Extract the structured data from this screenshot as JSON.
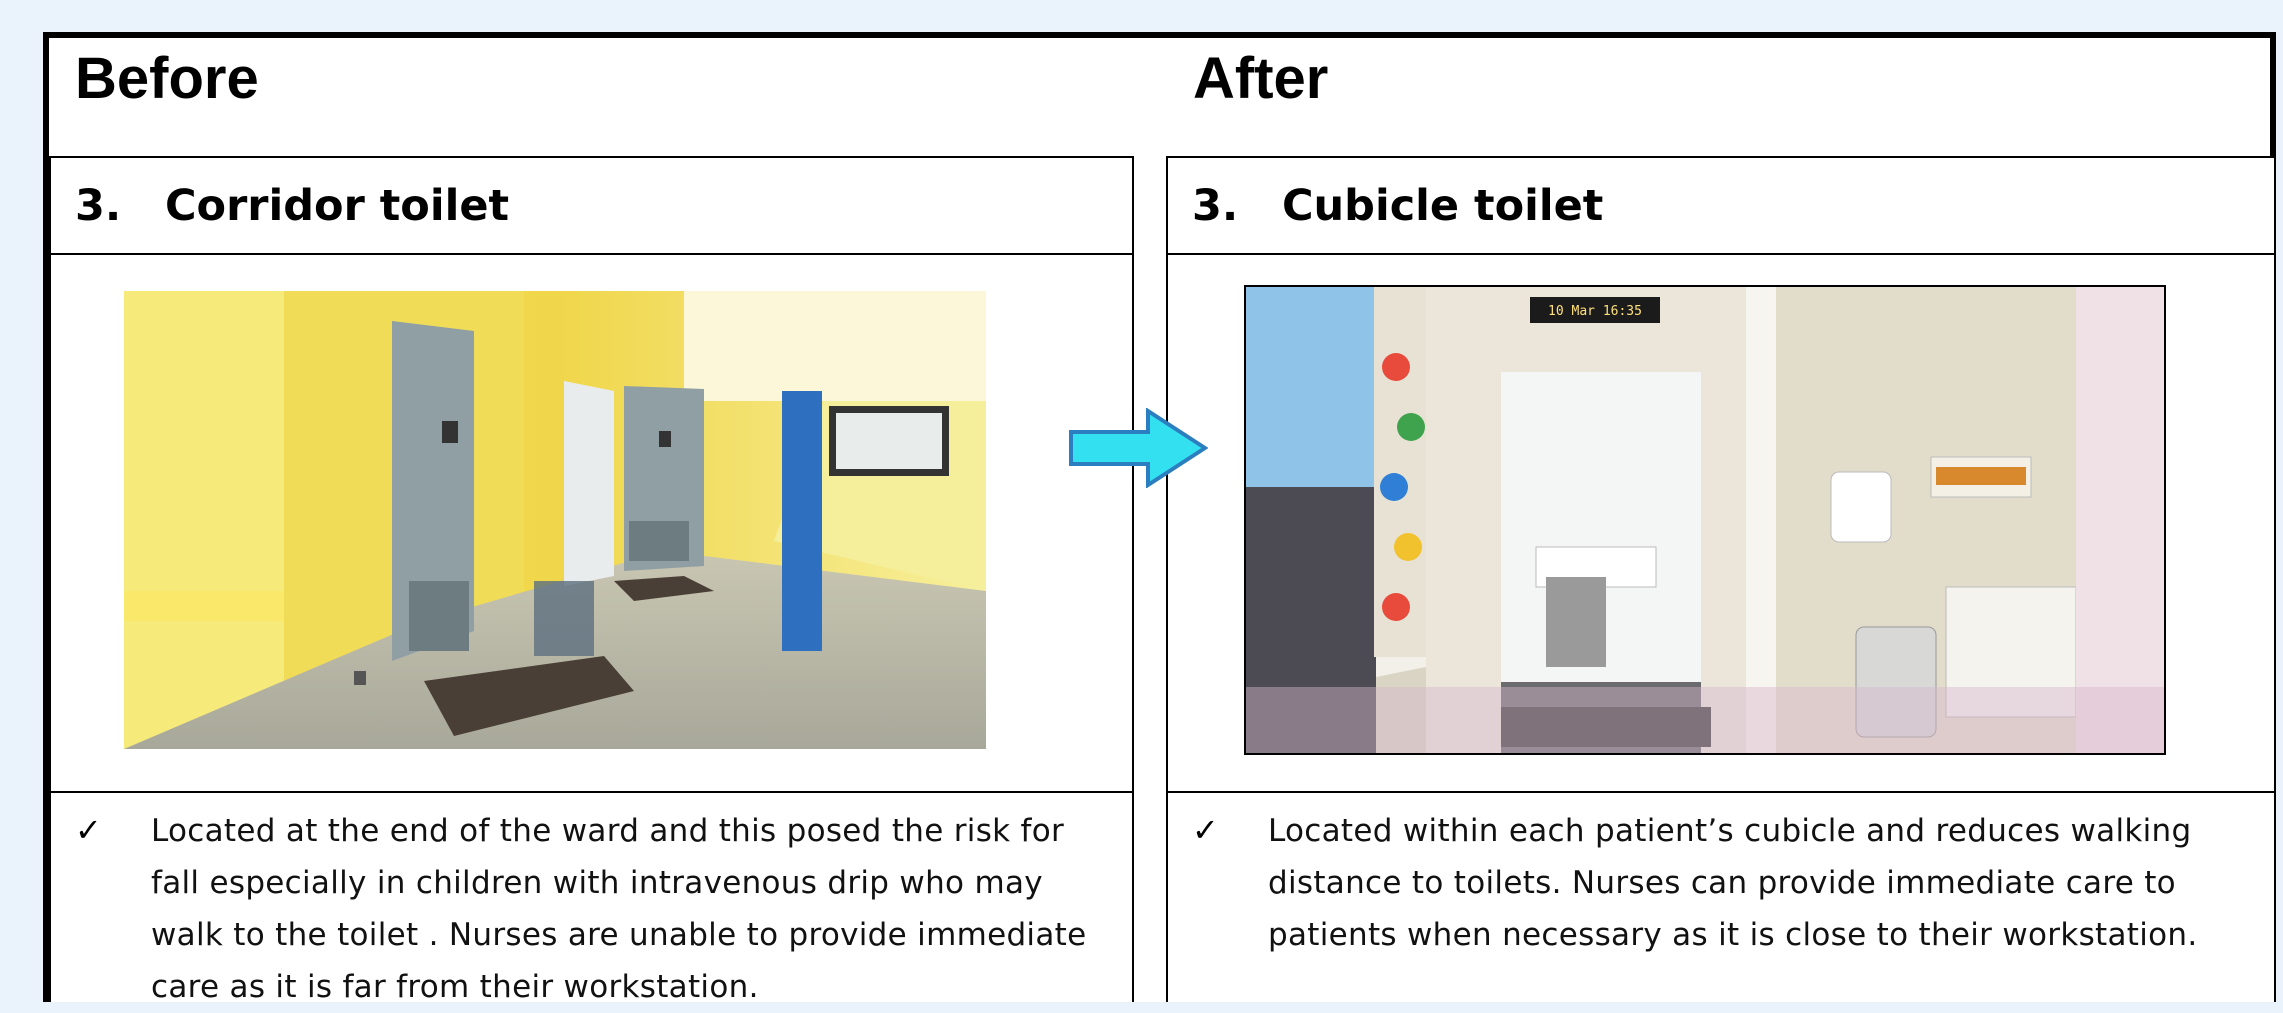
{
  "before": {
    "heading": "Before",
    "number": "3.",
    "title": "Corridor toilet",
    "check_mark": "✓",
    "description": "Located at the end of the ward and this posed the risk for fall especially  in children with intravenous drip who may walk to the toilet . Nurses are unable to provide immediate care as it is far from their workstation."
  },
  "after": {
    "heading": "After",
    "number": "3.",
    "title": "Cubicle toilet",
    "check_mark": "✓",
    "description": "Located within each patient’s cubicle and reduces  walking distance to toilets. Nurses can provide immediate care to patients when necessary as it is close to their workstation.",
    "photo_timestamp": "10 Mar 16:35"
  },
  "colors": {
    "background": "#eaf2fb",
    "arrow_fill": "#33e0f0",
    "arrow_stroke": "#2b7fc0"
  }
}
